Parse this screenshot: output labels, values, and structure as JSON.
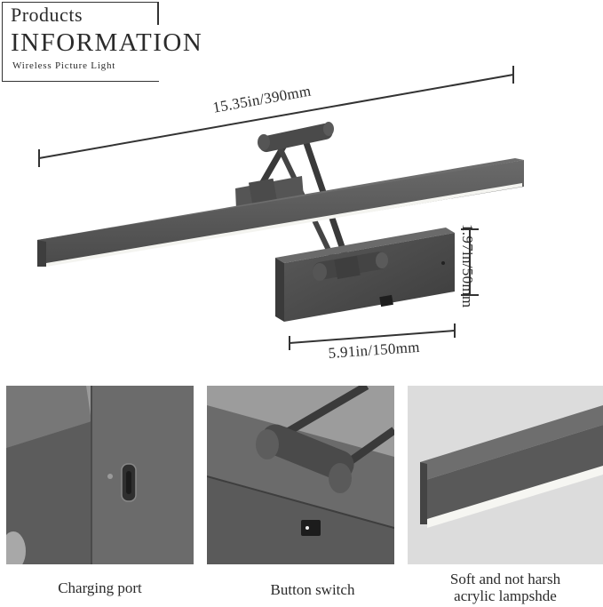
{
  "header": {
    "line1": "Products",
    "line2": "INFORMATION",
    "line3": "Wireless Picture Light"
  },
  "dimensions": {
    "length": "15.35in/390mm",
    "height": "1.97in/50mm",
    "base_width": "5.91in/150mm"
  },
  "features": [
    {
      "caption": "Charging port"
    },
    {
      "caption": "Button switch"
    },
    {
      "caption_line1": "Soft and not harsh",
      "caption_line2": "acrylic lampshde"
    }
  ]
}
